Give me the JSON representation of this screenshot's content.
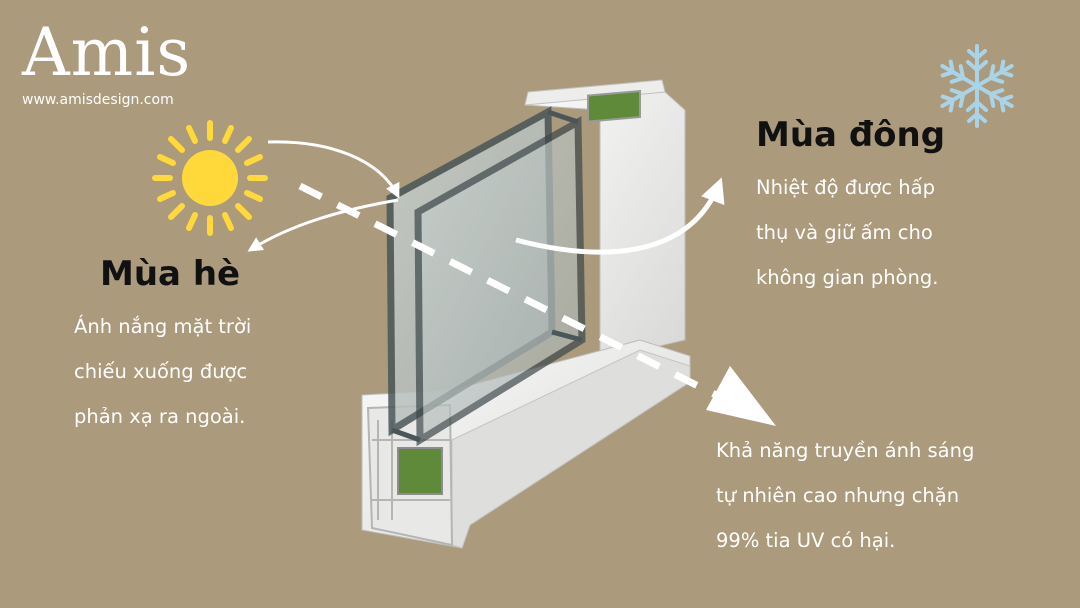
{
  "brand": {
    "logo": "Amis",
    "website": "www.amisdesign.com"
  },
  "summer": {
    "title": "Mùa hè",
    "lines": [
      "Ánh nắng mặt trời",
      "chiếu xuống được",
      "phản xạ ra ngoài."
    ]
  },
  "winter": {
    "title": "Mùa đông",
    "lines": [
      "Nhiệt độ được hấp",
      "thụ và giữ ấm cho",
      "không gian phòng."
    ]
  },
  "light": {
    "lines": [
      "Khả năng truyền ánh sáng",
      "tự nhiên cao nhưng chặn",
      "99% tia UV có hại."
    ]
  },
  "colors": {
    "background": "#ab9a7c",
    "sun": "#ffd83a",
    "snowflake": "#a9d4e8",
    "heading": "#111111",
    "text": "#ffffff"
  },
  "icons": [
    "sun-icon",
    "snowflake-icon"
  ]
}
